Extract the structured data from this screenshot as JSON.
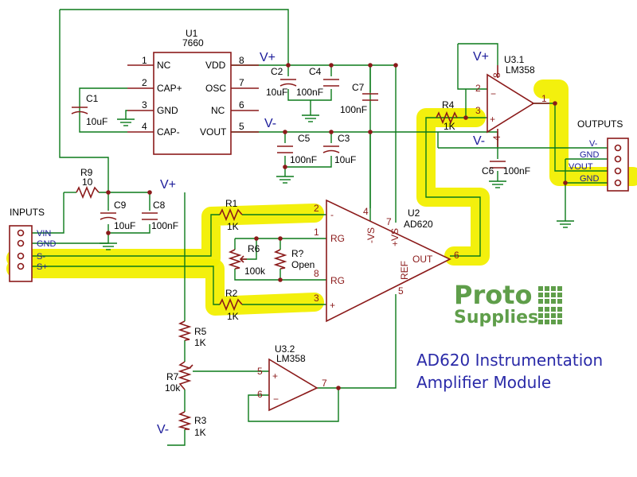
{
  "title": {
    "line1": "AD620 Instrumentation",
    "line2": "Amplifier Module"
  },
  "logo": {
    "line1": "Proto",
    "line2": "Supplies"
  },
  "u1": {
    "ref": "U1",
    "part": "7660",
    "pins": {
      "p1": "1",
      "p2": "2",
      "p3": "3",
      "p4": "4",
      "p5": "5",
      "p6": "6",
      "p7": "7",
      "p8": "8",
      "nc_left": "NC",
      "cap_plus": "CAP+",
      "gnd": "GND",
      "cap_minus": "CAP-",
      "vdd": "VDD",
      "osc": "OSC",
      "nc_right": "NC",
      "vout": "VOUT"
    }
  },
  "u2": {
    "ref": "U2",
    "part": "AD620",
    "pins": {
      "p1": "1",
      "p2": "2",
      "p3": "3",
      "p4": "4",
      "p5": "5",
      "p6": "6",
      "p7": "7",
      "p8": "8",
      "minus": "-",
      "plus": "+",
      "rg_top": "RG",
      "rg_bottom": "RG",
      "neg_vs": "-VS",
      "pos_vs": "+VS",
      "ref": "REF",
      "out": "OUT"
    }
  },
  "u31": {
    "ref": "U3.1",
    "part": "LM358",
    "pins": {
      "p1": "1",
      "p2": "2",
      "p3": "3",
      "p4": "4",
      "p8": "8",
      "minus": "−",
      "plus": "+"
    }
  },
  "u32": {
    "ref": "U3.2",
    "part": "LM358",
    "pins": {
      "p5": "5",
      "p6": "6",
      "p7": "7",
      "minus": "−",
      "plus": "+"
    }
  },
  "caps": {
    "c1": {
      "ref": "C1",
      "value": "10uF"
    },
    "c2": {
      "ref": "C2",
      "value": "10uF"
    },
    "c3": {
      "ref": "C3",
      "value": "10uF"
    },
    "c4": {
      "ref": "C4",
      "value": "100nF"
    },
    "c5": {
      "ref": "C5",
      "value": "100nF"
    },
    "c6": {
      "ref": "C6",
      "value": "100nF"
    },
    "c7": {
      "ref": "C7",
      "value": "100nF"
    },
    "c8": {
      "ref": "C8",
      "value": "100nF"
    },
    "c9": {
      "ref": "C9",
      "value": "10uF"
    }
  },
  "resistors": {
    "r1": {
      "ref": "R1",
      "value": "1K"
    },
    "r2": {
      "ref": "R2",
      "value": "1K"
    },
    "r3": {
      "ref": "R3",
      "value": "1K"
    },
    "r4": {
      "ref": "R4",
      "value": "1K"
    },
    "r5": {
      "ref": "R5",
      "value": "1K"
    },
    "r6": {
      "ref": "R6",
      "value": "100k"
    },
    "r7": {
      "ref": "R7",
      "value": "10k"
    },
    "r9": {
      "ref": "R9",
      "value": "10"
    },
    "rq": {
      "ref": "R?",
      "value": "Open"
    }
  },
  "nets": {
    "vplus": "V+",
    "vminus": "V-"
  },
  "inputs": {
    "label": "INPUTS",
    "pins": [
      "VIN",
      "GND",
      "S-",
      "S+"
    ]
  },
  "outputs": {
    "label": "OUTPUTS",
    "pins": [
      "V-",
      "GND",
      "VOUT",
      "GND"
    ]
  },
  "colors": {
    "wire": "#0b7a1a",
    "component": "#8b1a1a",
    "net_label": "#1b1b9a",
    "highlight": "#f2ef00",
    "logo": "#5f9e4a"
  }
}
